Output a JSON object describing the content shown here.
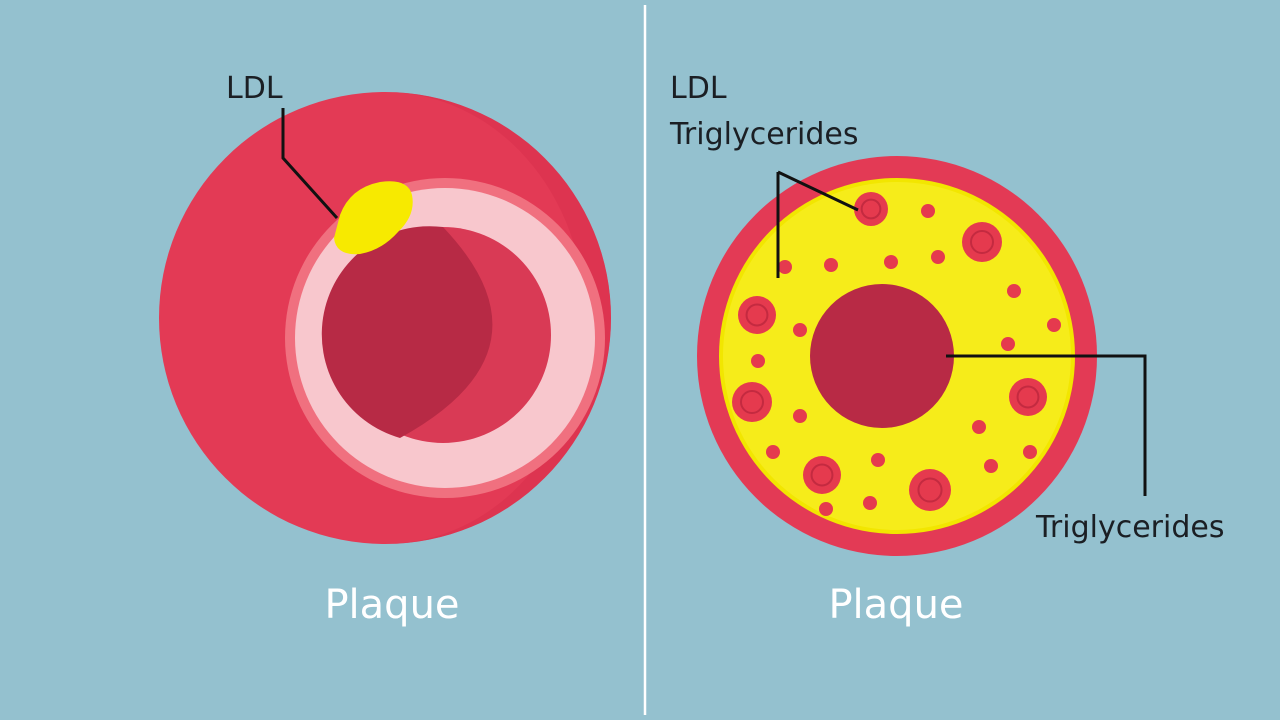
{
  "colors": {
    "background": "#94c1cf",
    "artery_outer": "#e33a55",
    "artery_shadow": "#cc2a45",
    "inner_ring": "#f7c6cc",
    "lumen": "#b82a45",
    "fat_yellow": "#f2e600",
    "particle_red": "#e53a4e",
    "label_text": "#1b1f24",
    "caption_text": "#ffffff"
  },
  "left_panel": {
    "label_ldl": "LDL",
    "caption": "Plaque",
    "icon": "artery-cross-section-icon"
  },
  "right_panel": {
    "label_ldl": "LDL",
    "label_triglycerides_top": "Triglycerides",
    "label_triglycerides_bottom": "Triglycerides",
    "caption": "Plaque",
    "icon": "fatty-artery-cross-section-icon"
  }
}
